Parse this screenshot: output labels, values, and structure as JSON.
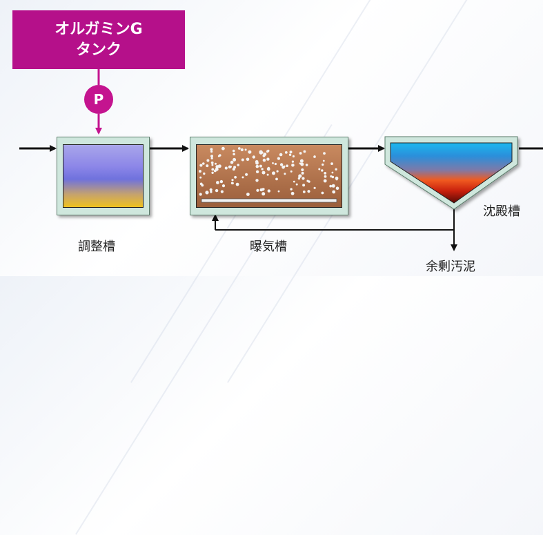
{
  "tank": {
    "line1": "オルガミンG",
    "line2": "タンク"
  },
  "pump": {
    "label": "P"
  },
  "units": {
    "adjustment": "調整槽",
    "aeration": "曝気槽",
    "settling": "沈殿槽"
  },
  "outputs": {
    "excess_sludge": "余剰汚泥"
  },
  "colors": {
    "tank": "#b5108a",
    "pump": "#c4148f",
    "frame": "#cfe7dd",
    "sludge": "#b0714a"
  }
}
